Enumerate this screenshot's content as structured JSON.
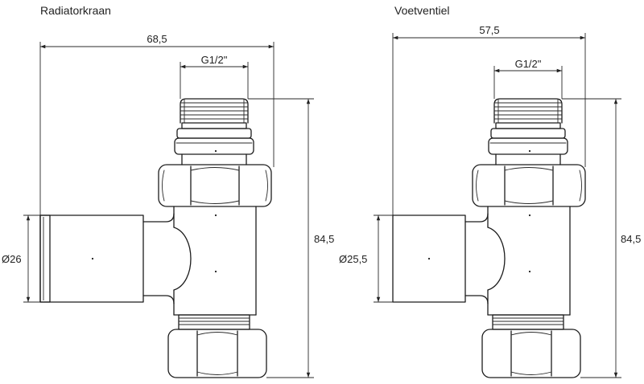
{
  "drawings": [
    {
      "title": "Radiatorkraan",
      "width_label": "68,5",
      "thread_label": "G1/2\"",
      "height_label": "84,5",
      "diameter_label": "Ø26"
    },
    {
      "title": "Voetventiel",
      "width_label": "57,5",
      "thread_label": "G1/2\"",
      "height_label": "84,5",
      "diameter_label": "Ø25,5"
    }
  ],
  "colors": {
    "line": "#1c1c1c",
    "background": "#ffffff"
  }
}
